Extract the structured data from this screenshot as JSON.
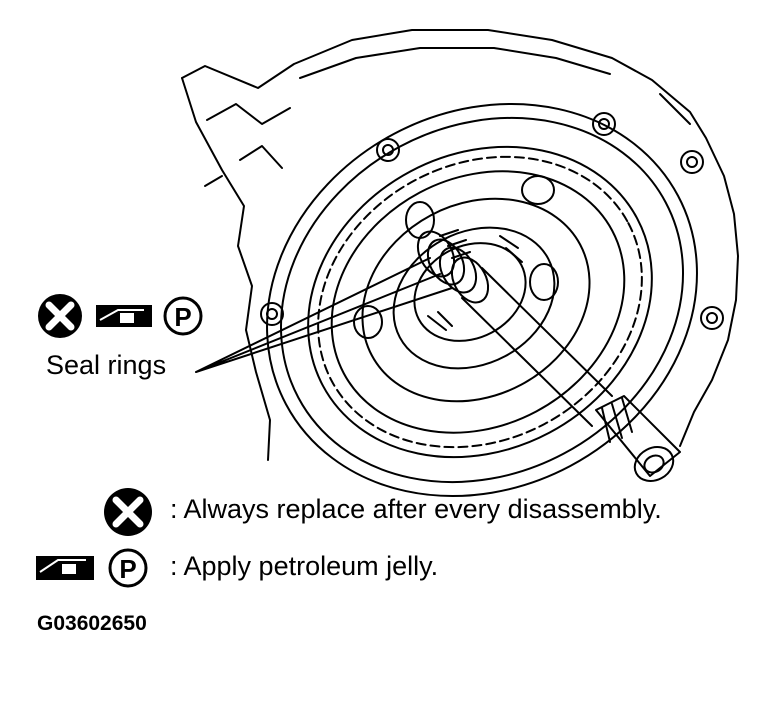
{
  "callout": {
    "label": "Seal rings"
  },
  "legend": [
    {
      "symbol": "x-circle-icon",
      "text": ": Always replace after every disassembly."
    },
    {
      "symbol": "petroleum-jelly-icon",
      "text": ": Apply petroleum jelly."
    }
  ],
  "figure_id": "G03602650",
  "icon_letter": "P"
}
